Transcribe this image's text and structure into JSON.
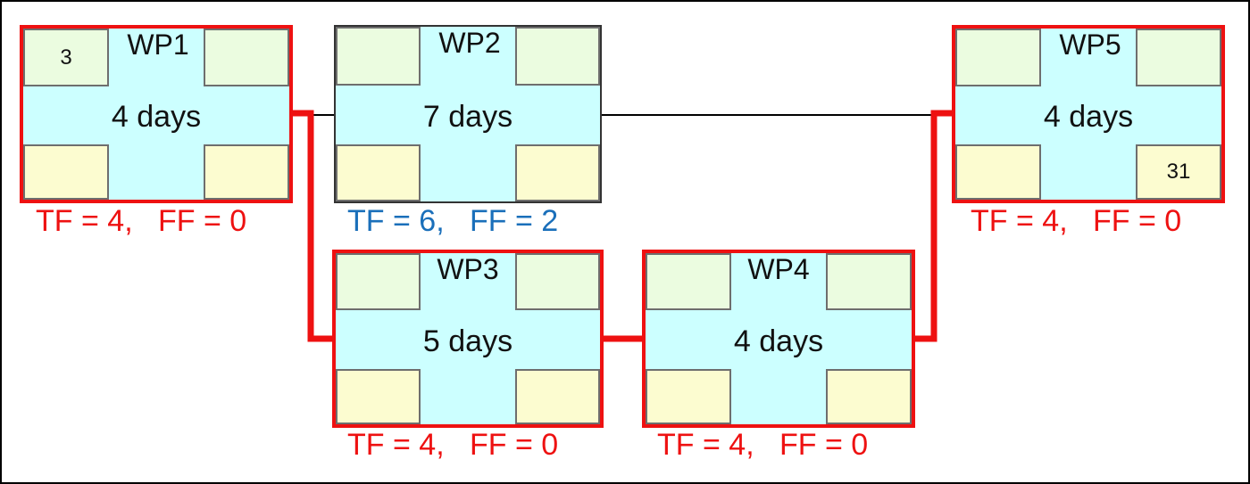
{
  "nodes": [
    {
      "id": "WP1",
      "title": "WP1",
      "duration": "4 days",
      "critical": true,
      "top_left": "3",
      "top_right": "",
      "bottom_left": "",
      "bottom_right": "",
      "float": "TF = 4,   FF = 0"
    },
    {
      "id": "WP2",
      "title": "WP2",
      "duration": "7 days",
      "critical": false,
      "top_left": "",
      "top_right": "",
      "bottom_left": "",
      "bottom_right": "",
      "float": "TF = 6,   FF = 2"
    },
    {
      "id": "WP3",
      "title": "WP3",
      "duration": "5 days",
      "critical": true,
      "top_left": "",
      "top_right": "",
      "bottom_left": "",
      "bottom_right": "",
      "float": "TF = 4,   FF = 0"
    },
    {
      "id": "WP4",
      "title": "WP4",
      "duration": "4 days",
      "critical": true,
      "top_left": "",
      "top_right": "",
      "bottom_left": "",
      "bottom_right": "",
      "float": "TF = 4,   FF = 0"
    },
    {
      "id": "WP5",
      "title": "WP5",
      "duration": "4 days",
      "critical": true,
      "top_left": "",
      "top_right": "",
      "bottom_left": "",
      "bottom_right": "31",
      "float": "TF = 4,   FF = 0"
    }
  ],
  "edges": [
    {
      "from": "WP1",
      "to": "WP2",
      "critical": false
    },
    {
      "from": "WP1",
      "to": "WP3",
      "critical": true
    },
    {
      "from": "WP2",
      "to": "WP5",
      "critical": false
    },
    {
      "from": "WP3",
      "to": "WP4",
      "critical": true
    },
    {
      "from": "WP4",
      "to": "WP5",
      "critical": true
    }
  ],
  "colors": {
    "critical": "#ee1111",
    "non_critical_float": "#1a6fba",
    "node_fill": "#ccffff",
    "top_corner_fill": "#ebfce0",
    "bottom_corner_fill": "#fcfcd0"
  }
}
